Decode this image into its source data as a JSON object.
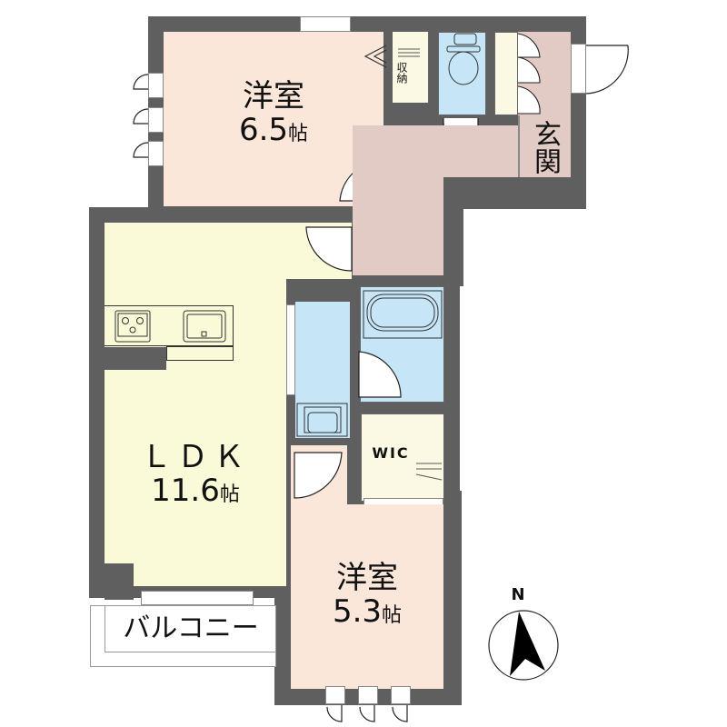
{
  "floor_plan": {
    "rooms": [
      {
        "id": "western-room-1",
        "name": "洋室",
        "area": "6.5",
        "unit": "帖",
        "color": "#fbe6da"
      },
      {
        "id": "ldk",
        "name": "ＬＤＫ",
        "area": "11.6",
        "unit": "帖",
        "color": "#fafad8"
      },
      {
        "id": "western-room-2",
        "name": "洋室",
        "area": "5.3",
        "unit": "帖",
        "color": "#fbe6da"
      },
      {
        "id": "storage",
        "name": "収納",
        "color": "#fbf9e3"
      },
      {
        "id": "entrance",
        "name": "玄関",
        "color": "#e2cbc5"
      },
      {
        "id": "walk-in-closet",
        "name": "WIC",
        "color": "#fbf9e3"
      },
      {
        "id": "balcony",
        "name": "バルコニー",
        "color": "#ffffff"
      },
      {
        "id": "toilet",
        "color": "#c6e5f7"
      },
      {
        "id": "bathroom",
        "color": "#c6e5f7"
      },
      {
        "id": "washroom",
        "color": "#c6e5f7"
      },
      {
        "id": "hallway",
        "color": "#e2cbc5"
      }
    ],
    "compass": {
      "label": "N"
    },
    "colors": {
      "wall": "#5f5f5f",
      "western": "#fbe6da",
      "ldk": "#fafad8",
      "wet": "#c6e5f7",
      "hall": "#e2cbc5",
      "storage": "#fbf9e3"
    }
  }
}
